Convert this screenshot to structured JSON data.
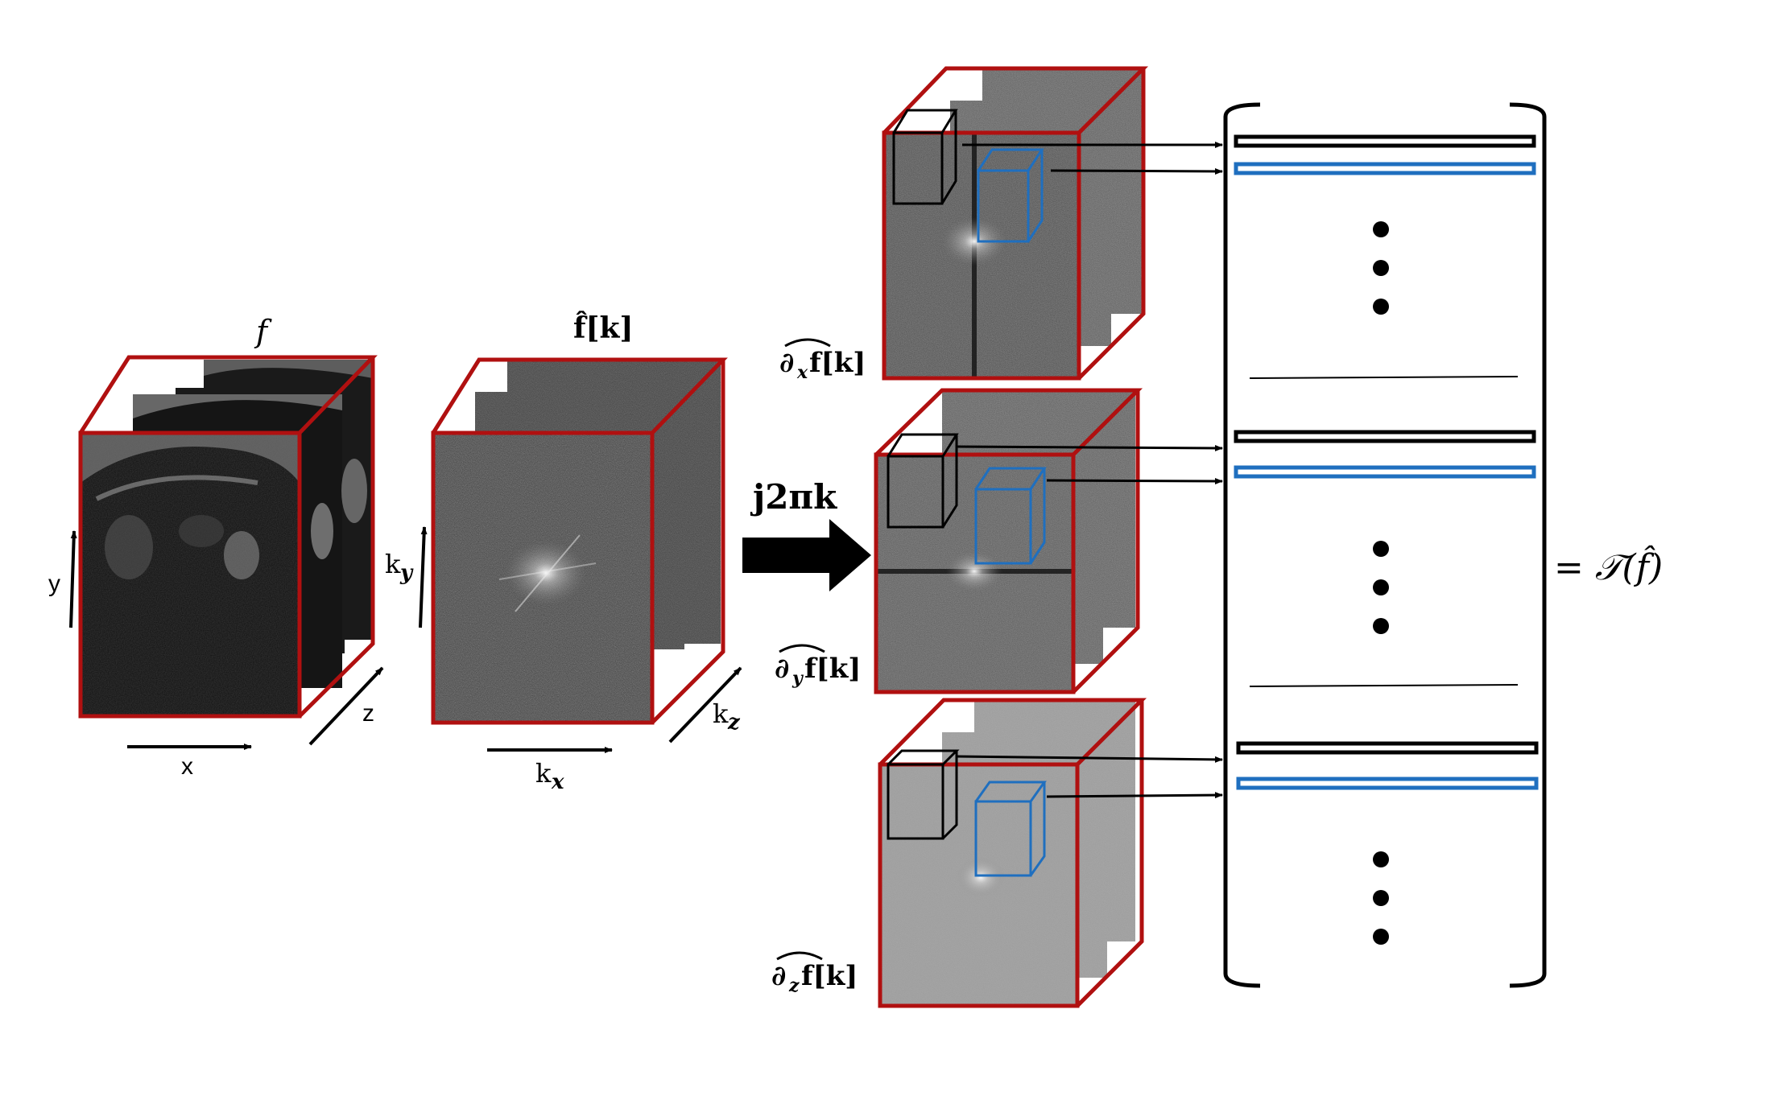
{
  "labels": {
    "f": "f",
    "fhat": "f̂[k]",
    "axis_x": "x",
    "axis_y": "y",
    "axis_z": "z",
    "axis_kx_base": "k",
    "axis_kx_sub": "x",
    "axis_ky_base": "k",
    "axis_ky_sub": "y",
    "axis_kz_base": "k",
    "axis_kz_sub": "z",
    "operator": "j2πk",
    "dxf": "∂ₓf[k]",
    "dyf": "∂ᵧf[k]",
    "dzf": "∂𝓏f[k]",
    "dxf_main": "∂",
    "dxf_sub": "x",
    "dxf_tail": "f[k]",
    "dyf_main": "∂",
    "dyf_sub": "y",
    "dyf_tail": "f[k]",
    "dzf_main": "∂",
    "dzf_sub": "z",
    "dzf_tail": "f[k]",
    "result": "= 𝒯(f̂)"
  },
  "colors": {
    "volume_edge": "#b01010",
    "patch_black": "#000000",
    "patch_blue": "#1f6fbf"
  }
}
